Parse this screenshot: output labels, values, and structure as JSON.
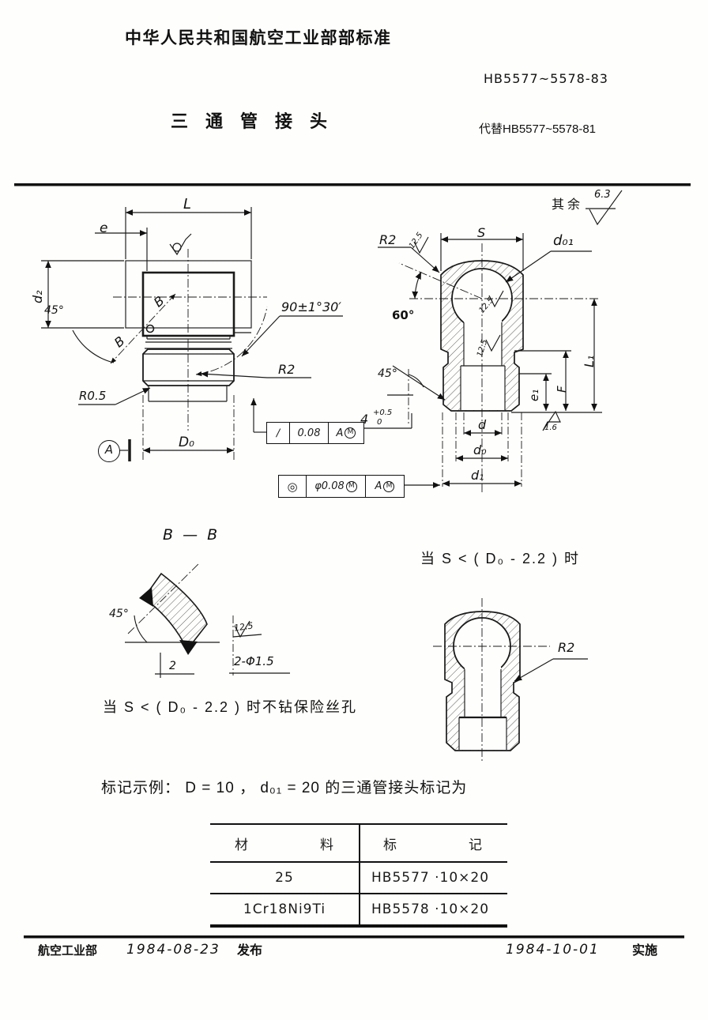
{
  "page": {
    "org": "中华人民共和国航空工业部部标准",
    "number": "HB5577~5578-83",
    "title": "三　通　管　接　头",
    "replaces": "代替HB5577~5578-81"
  },
  "colors": {
    "ink": "#1a1a1a",
    "paper": "#ffffff"
  },
  "icons": {
    "finish_no_removal": "circle-check-icon",
    "finish_check": "check-triangle-icon",
    "parallelism": "slash",
    "concentricity": "double-circle"
  },
  "left_view": {
    "dim_l": "L",
    "dim_e": "e",
    "dim_d2": "d₂",
    "angle_45": "45°",
    "section_b1": "B",
    "section_b2": "B",
    "angle_90": "90±1°30′",
    "r2": "R2",
    "r05": "R0.5",
    "dim_d0": "D₀",
    "datum": "A",
    "frame": {
      "sym": "∕",
      "val": "0.08",
      "datum": "A",
      "mod": "M"
    }
  },
  "right_view": {
    "rest_label": "其余",
    "rest_value": "6.3",
    "dim_s": "S",
    "dim_d01": "d₀₁",
    "r2": "R2",
    "f125": "12.5",
    "angle_60": "60°",
    "angle_45": "45°",
    "dim_4": "4",
    "tol_up": "+0.5",
    "tol_dn": "0",
    "dim_e1": "e₁",
    "dim_f": "F",
    "dim_l1": "L₁",
    "f16": "1.6",
    "dim_d": "d",
    "dim_d0": "d₀",
    "dim_d1": "d₁",
    "frame": {
      "sym": "◎",
      "val": "φ0.08",
      "mod1": "M",
      "datum": "A",
      "mod2": "M"
    }
  },
  "section_bb": {
    "title": "B — B",
    "angle_45": "45°",
    "dim_2": "2",
    "f125": "12.5",
    "holes": "2-Φ1.5",
    "note": "当 S < ( D₀ - 2.2 ) 时不钻保险丝孔"
  },
  "alt_view": {
    "caption": "当 S < ( D₀ - 2.2 ) 时",
    "r2": "R2"
  },
  "marking_example": "标记示例：  D = 10 ，  d₀₁ = 20  的三通管接头标记为",
  "table": {
    "col_material": "材　　　　　料",
    "col_marking": "标　　　　　记",
    "rows": [
      {
        "material": "25",
        "marking": "HB5577 ·10×20"
      },
      {
        "material": "1Cr18Ni9Ti",
        "marking": "HB5578 ·10×20"
      }
    ]
  },
  "footer": {
    "issuer": "航空工业部",
    "issue_date": "1984-08-23",
    "issue_action": "发布",
    "impl_date": "1984-10-01",
    "impl_action": "实施"
  }
}
